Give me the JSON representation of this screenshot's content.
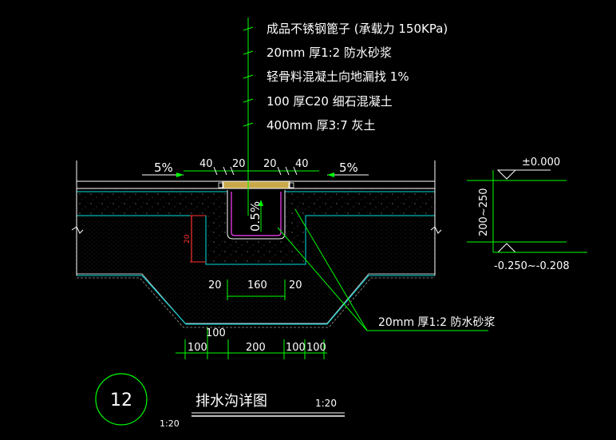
{
  "colors": {
    "background": "#000000",
    "line_white": "#ffffff",
    "line_green": "#00ff00",
    "line_cyan": "#00ffff",
    "line_red": "#ff3030",
    "fill_yellow": "#d4b24a",
    "magenta": "#ff40ff"
  },
  "layers": {
    "l1": "成品不锈钢篦子  (承载力 150KPa)",
    "l2": "20mm  厚1:2  防水砂浆",
    "l3": "轻骨料混凝土向地漏找    1%",
    "l4": "100  厚C20  细石混凝土",
    "l5": "400mm  厚3:7  灰土"
  },
  "top_dims": {
    "d40_left": "40",
    "d20_a": "20",
    "d20_b": "20",
    "d40_right": "40"
  },
  "slopes": {
    "left": "5%",
    "right": "5%",
    "channel": "0.5%"
  },
  "red_dim": "20",
  "elevation": {
    "top": "±0.000",
    "depth": "200~250",
    "bottom": "-0.250~-0.208"
  },
  "mid_dims": {
    "left": "20",
    "center": "160",
    "right": "20"
  },
  "bottom_callout": "20mm  厚1:2  防水砂浆",
  "bottom_dims": {
    "d100_top": "100",
    "s1": "100",
    "s2": "200",
    "s3": "100",
    "s4": "100"
  },
  "title": {
    "number": "12",
    "name": "排水沟详图",
    "scale": "1:20",
    "scale_small": "1:20"
  }
}
